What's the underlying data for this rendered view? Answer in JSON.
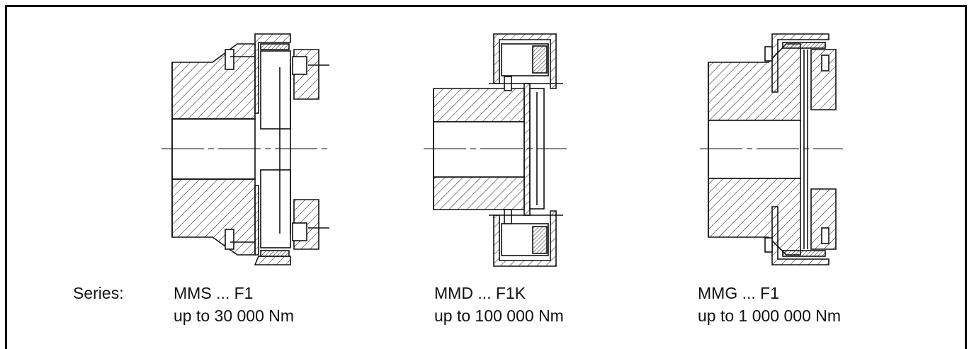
{
  "series_label": "Series:",
  "couplings": [
    {
      "model": "MMS ... F1",
      "torque": "up to 30 000 Nm"
    },
    {
      "model": "MMD ... F1K",
      "torque": "up to 100 000 Nm"
    },
    {
      "model": "MMG ... F1",
      "torque": "up to 1 000 000 Nm"
    }
  ]
}
